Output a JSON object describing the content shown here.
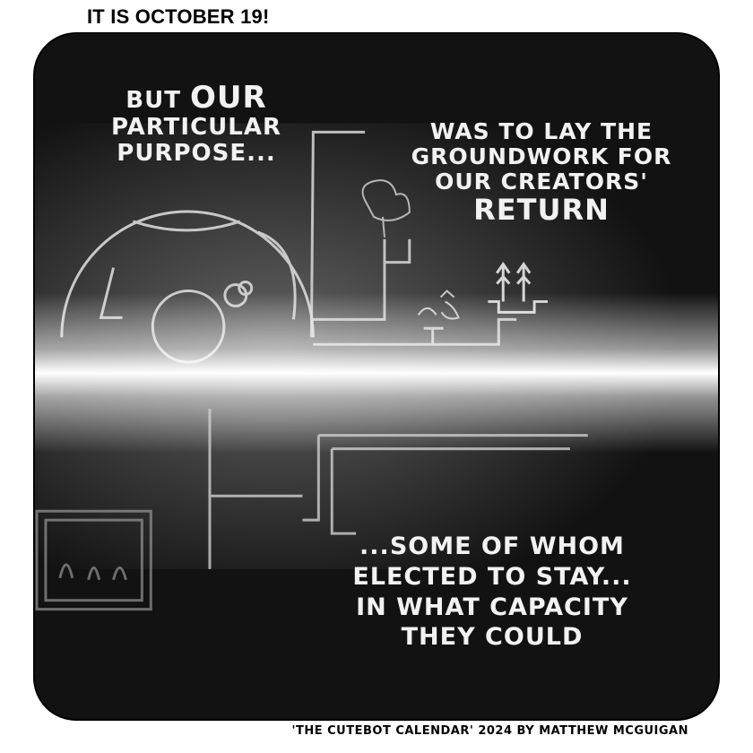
{
  "header": {
    "title": "IT IS OCTOBER 19!"
  },
  "captions": {
    "first_line": "BUT",
    "first_emphasis": "OUR",
    "first_rest": "PARTICULAR PURPOSE...",
    "second_body": "WAS TO LAY THE GROUNDWORK FOR OUR CREATORS'",
    "second_emphasis": "RETURN",
    "third_line1": "...SOME OF WHOM",
    "third_line2": "ELECTED TO STAY...",
    "third_line3": "IN WHAT CAPACITY",
    "third_line4": "THEY COULD"
  },
  "footer": {
    "credit": "'THE CUTEBOT CALENDAR' 2024 BY MATTHEW MCGUIGAN"
  },
  "colors": {
    "panel_bg": "#121212",
    "line": "#d8d8d8",
    "glow": "#ffffff"
  }
}
